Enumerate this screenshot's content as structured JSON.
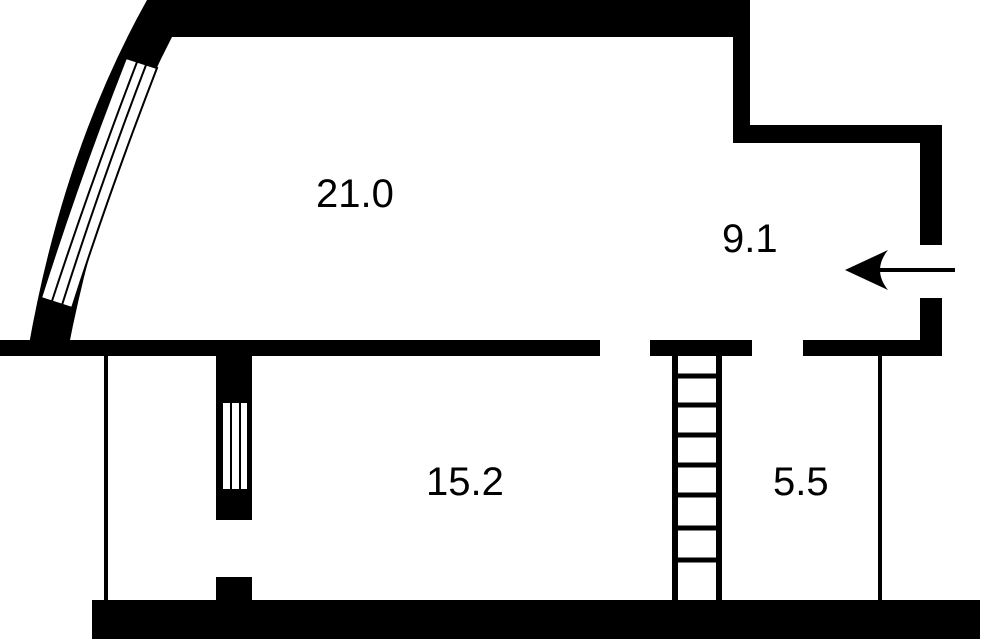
{
  "colors": {
    "wall": "#000000",
    "background": "#ffffff",
    "line": "#000000"
  },
  "rooms": [
    {
      "id": "main-room",
      "area": "21.0"
    },
    {
      "id": "hall",
      "area": "9.1"
    },
    {
      "id": "room-lower",
      "area": "15.2"
    },
    {
      "id": "bathroom",
      "area": "5.5"
    }
  ],
  "icons": {
    "entrance": "entrance-arrow-icon",
    "stairs": "stairs-icon",
    "window": "window-icon"
  }
}
